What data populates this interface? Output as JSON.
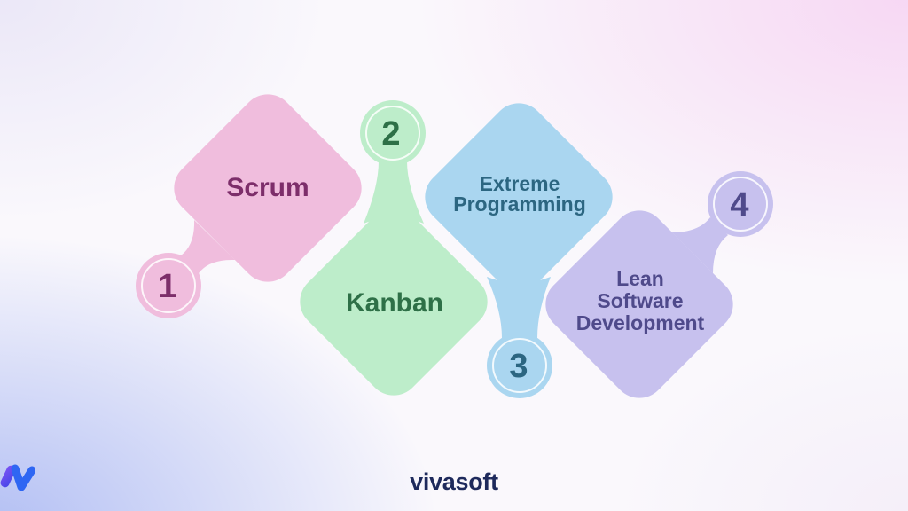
{
  "diagram": {
    "items": [
      {
        "number": "1",
        "label_lines": [
          "Scrum"
        ],
        "fill": "#f0bddd",
        "text_color": "#7d2e6a"
      },
      {
        "number": "2",
        "label_lines": [
          "Kanban"
        ],
        "fill": "#bdedca",
        "text_color": "#2e7047"
      },
      {
        "number": "3",
        "label_lines": [
          "Extreme",
          "Programming"
        ],
        "fill": "#aad6f0",
        "text_color": "#2c6681"
      },
      {
        "number": "4",
        "label_lines": [
          "Lean",
          "Software",
          "Development"
        ],
        "fill": "#c7c1ee",
        "text_color": "#4f4a8b"
      }
    ]
  },
  "footer": {
    "logo_text": "vivasoft",
    "logo_text_color": "#1e2a5c",
    "logo_mark_left_start": "#7b52f4",
    "logo_mark_left_end": "#4646e8",
    "logo_mark_right_color": "#2e66f3"
  }
}
